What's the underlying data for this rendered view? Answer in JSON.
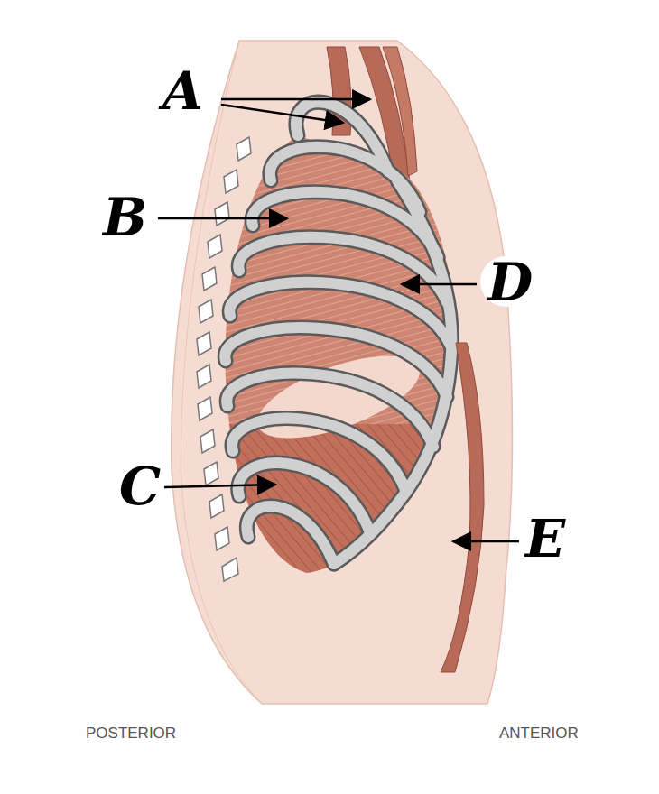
{
  "diagram": {
    "labels": [
      "A",
      "B",
      "C",
      "D",
      "E",
      "POSTERIOR",
      "ANTERIOR"
    ]
  }
}
